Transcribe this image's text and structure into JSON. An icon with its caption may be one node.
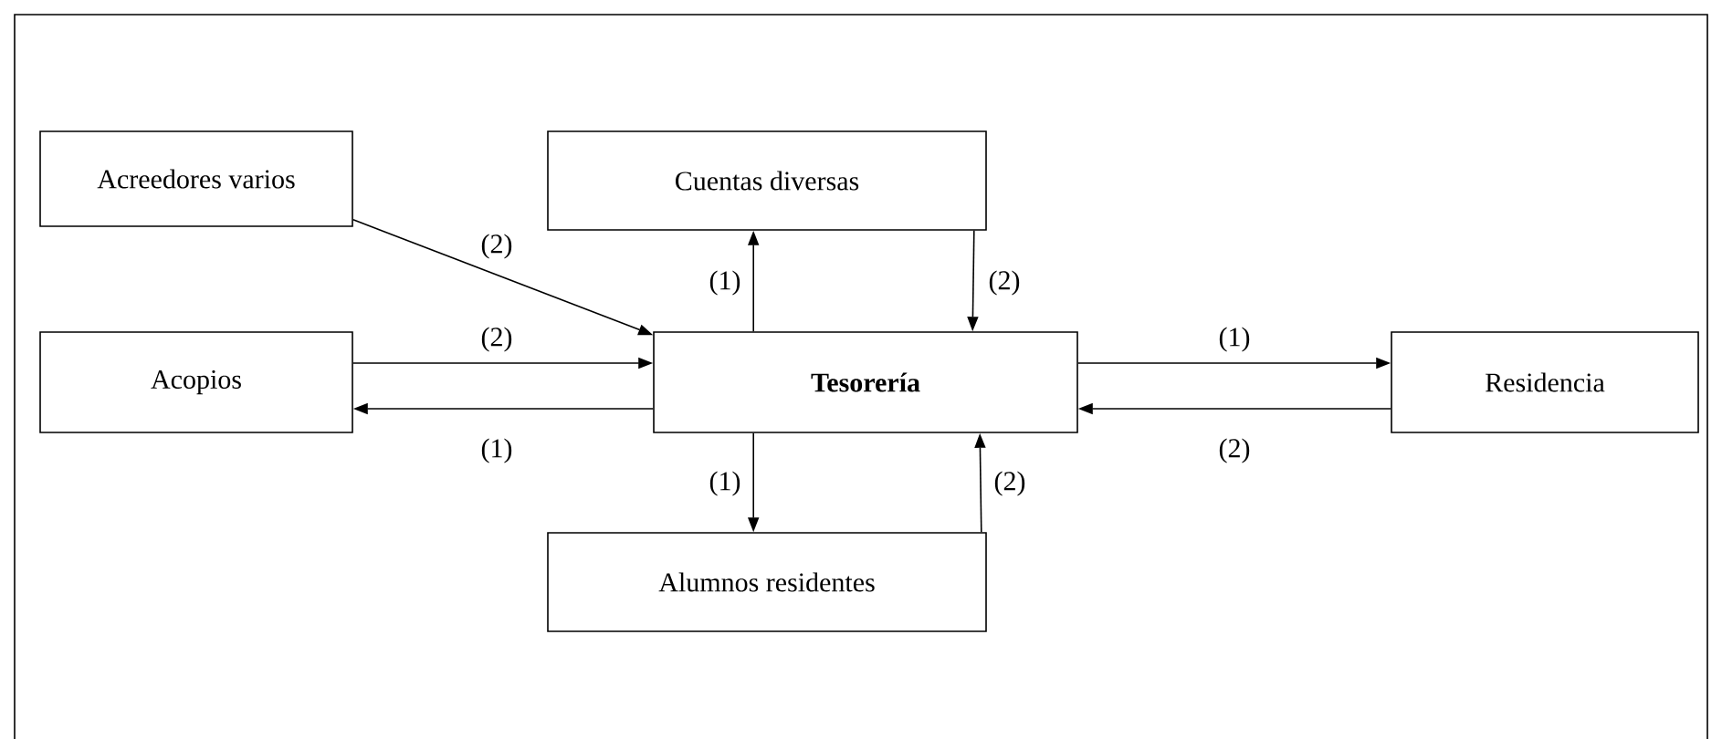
{
  "diagram": {
    "nodes": [
      {
        "text": [
          "**Tesorería**"
        ]
      },
      {
        "text": [
          "Acreedores varios"
        ]
      },
      {
        "text": [
          "Cuentas diversas"
        ]
      },
      {
        "text": [
          "Acopios"
        ]
      },
      {
        "text": [
          "Residencia"
        ]
      },
      {
        "text": [
          "Alumnos residentes"
        ]
      }
    ],
    "edges": [
      {
        "from": 1,
        "to": 0,
        "arrow": "to",
        "label": "(2)"
      },
      {
        "from": 3,
        "to": 0,
        "arrow": "to",
        "label": "(2)"
      },
      {
        "from": 0,
        "to": 3,
        "arrow": "to",
        "label": "(1)"
      },
      {
        "from": 0,
        "to": 2,
        "arrow": "to",
        "label": "(1)"
      },
      {
        "from": 2,
        "to": 0,
        "arrow": "to",
        "label": "(2)"
      },
      {
        "from": 0,
        "to": 4,
        "arrow": "to",
        "label": "(1)"
      },
      {
        "from": 4,
        "to": 0,
        "arrow": "to",
        "label": "(2)"
      },
      {
        "from": 0,
        "to": 5,
        "arrow": "to",
        "label": "(1)"
      },
      {
        "from": 5,
        "to": 0,
        "arrow": "to",
        "label": "(2)"
      }
    ]
  }
}
